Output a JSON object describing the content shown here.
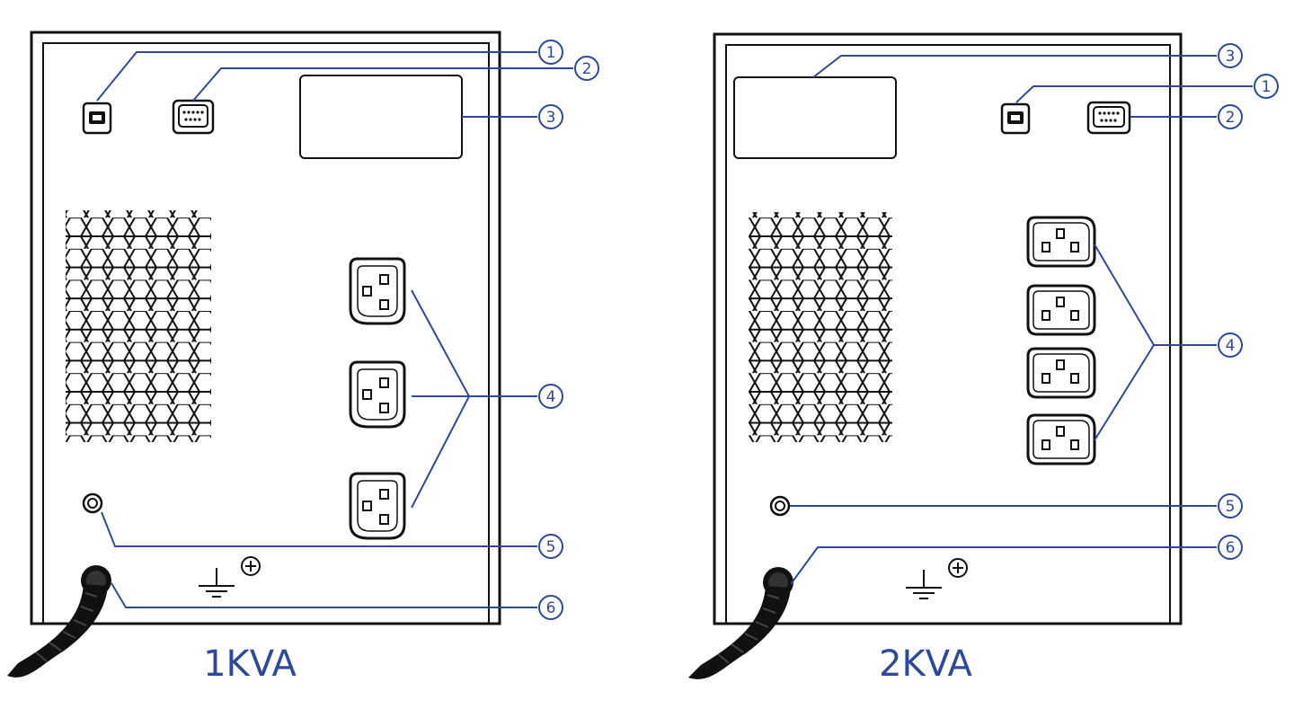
{
  "diagram": {
    "accent_color": "#2d4a9a",
    "line_color": "#1a1a1a",
    "units": [
      {
        "id": "unit-1kva",
        "caption": "1KVA",
        "callouts": [
          "1",
          "2",
          "3",
          "4",
          "5",
          "6"
        ],
        "outlet_count": 3,
        "ground_symbol": "ground-symbol"
      },
      {
        "id": "unit-2kva",
        "caption": "2KVA",
        "callouts": [
          "3",
          "1",
          "2",
          "4",
          "5",
          "6"
        ],
        "outlet_count": 4,
        "ground_symbol": "ground-symbol"
      }
    ],
    "icons": [
      "usb-port-icon",
      "serial-port-icon",
      "lcd-panel-icon",
      "hex-vent-icon",
      "iec-outlet-icon",
      "fuse-holder-icon",
      "power-cord-icon",
      "ground-icon"
    ]
  }
}
